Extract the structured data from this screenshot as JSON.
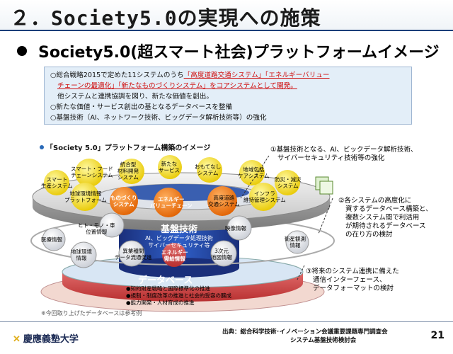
{
  "header": {
    "title": "２．Society5.0の実現への施策"
  },
  "subtitle": "Society5.0(超スマート社会)プラットフォームイメージ",
  "summary": {
    "line1_prefix": "○総合戦略2015で定めた11システムのうち",
    "line1_red": "「高度道路交通システム」「エネルギーバリュー",
    "line2_red": "チェーンの最適化」「新たなものづくりシステム」をコアシステムとして開発。",
    "line3": "他システムと連携協調を図り、新たな価値を創出。",
    "line4": "○新たな価値・サービス創出の基となるデータベースを整備",
    "line5": "○基盤技術（AI、ネットワーク技術、ビッグデータ解析技術等）の強化"
  },
  "diagram": {
    "title": "「Society 5.0」プラットフォーム構築のイメージ",
    "notes": [
      {
        "id": "1",
        "lines": [
          "①基盤技術となる、AI、ビックデータ解析技術、",
          "サイバーセキュリティ技術等の強化"
        ]
      },
      {
        "id": "2",
        "lines": [
          "②各システムの高度化に",
          "資するデータベース構築と、",
          "複数システム間で利活用",
          "が期待されるデータベース",
          "の在り方の検討"
        ]
      },
      {
        "id": "3",
        "lines": [
          "③将来のシステム連携に備えた",
          "通信インターフェース、",
          "データフォーマットの検討"
        ]
      }
    ],
    "systems": [
      {
        "label": "スマート・フード\nチェーンシステム"
      },
      {
        "label": "統合型\n材料開発\nシステム"
      },
      {
        "label": "新たな\nサービス"
      },
      {
        "label": "おもてなし\nシステム"
      },
      {
        "label": "地域包括\nケアシステム"
      },
      {
        "label": "スマート\n生産システム"
      },
      {
        "label": "地球環境情報\nプラットフォーム"
      },
      {
        "label": "ものづくり\nシステム"
      },
      {
        "label": "エネルギー\nバリューチェーン"
      },
      {
        "label": "高度道路\n交通システム"
      },
      {
        "label": "インフラ\n維持管理システム"
      },
      {
        "label": "防災・減災\nシステム"
      }
    ],
    "kiban": {
      "title": "基盤技術",
      "sub1": "AI、ビッグデータ処理技術",
      "sub2": "サイバーセキュリティ等"
    },
    "databases": [
      {
        "label": "ヒト・モノ・車\n位置情報"
      },
      {
        "label": "医療情報"
      },
      {
        "label": "地球環境\n情報"
      },
      {
        "label": "異業種間\nデータ流通促進"
      },
      {
        "label": "エネルギー\n需給情報"
      },
      {
        "label": "映像情報"
      },
      {
        "label": "3次元\n地図情報"
      },
      {
        "label": "衛星観測\n情報"
      }
    ],
    "db_title": "データベース",
    "db_items": [
      "●知的財産戦略と国際標準化の推進",
      "●規制・制度改革の推進と社会的受容の醸成",
      "●能力開発・人材育成の推進"
    ],
    "ref_note": "※今回取り上げたデータベースは参考例"
  },
  "footer": {
    "logo": "慶應義塾大学",
    "source_line1": "出典：総合科学技術･イノベーション会議重要課題専門調査会",
    "source_line2": "システム基盤技術検討会",
    "page": "21"
  }
}
